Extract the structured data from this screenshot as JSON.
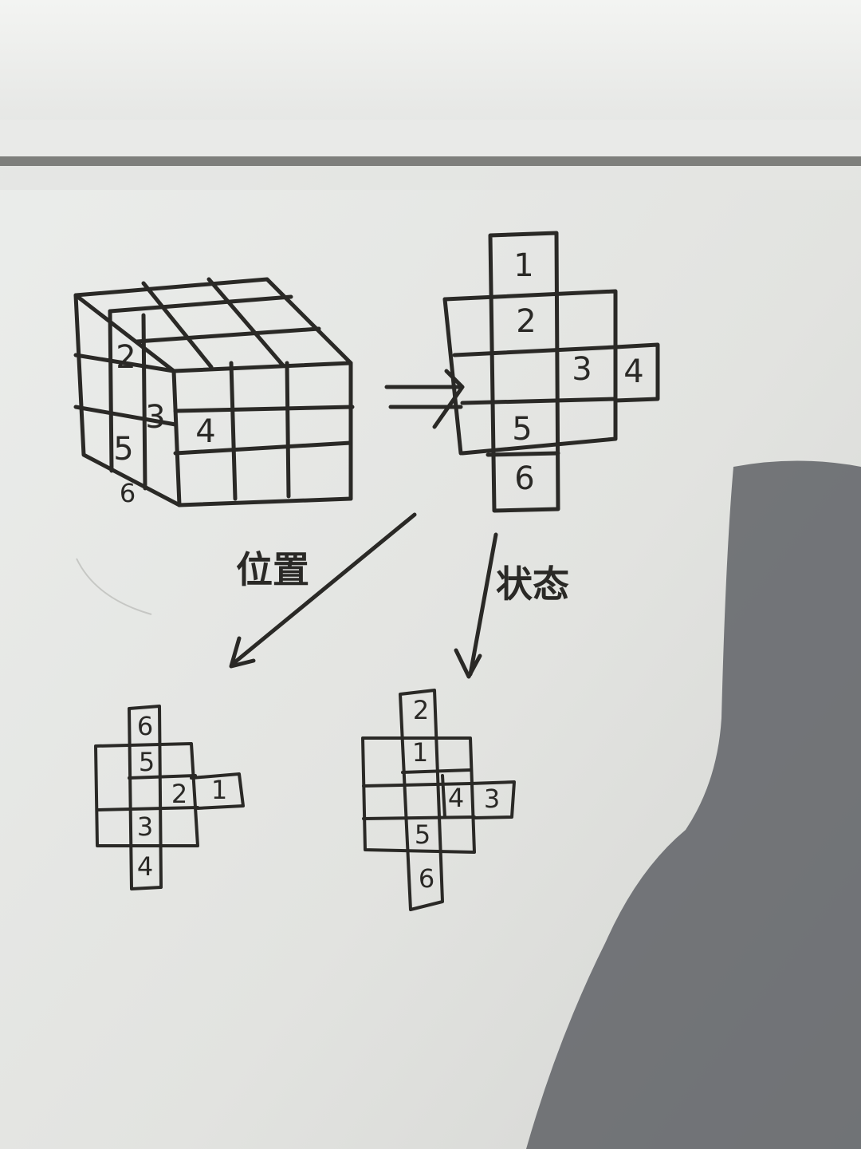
{
  "cube": {
    "left_face": [
      "2",
      "3",
      "5"
    ],
    "front_face": [
      "4"
    ],
    "bottom_face": [
      "6"
    ]
  },
  "unfolded_net": {
    "faces": [
      "1",
      "2",
      "3",
      "4",
      "5",
      "6"
    ]
  },
  "arrow_labels": {
    "position": "位置",
    "state": "状态"
  },
  "position_net": {
    "faces": [
      "6",
      "5",
      "2",
      "1",
      "3",
      "4"
    ]
  },
  "state_net": {
    "faces": [
      "2",
      "1",
      "4",
      "3",
      "5",
      "6"
    ]
  }
}
